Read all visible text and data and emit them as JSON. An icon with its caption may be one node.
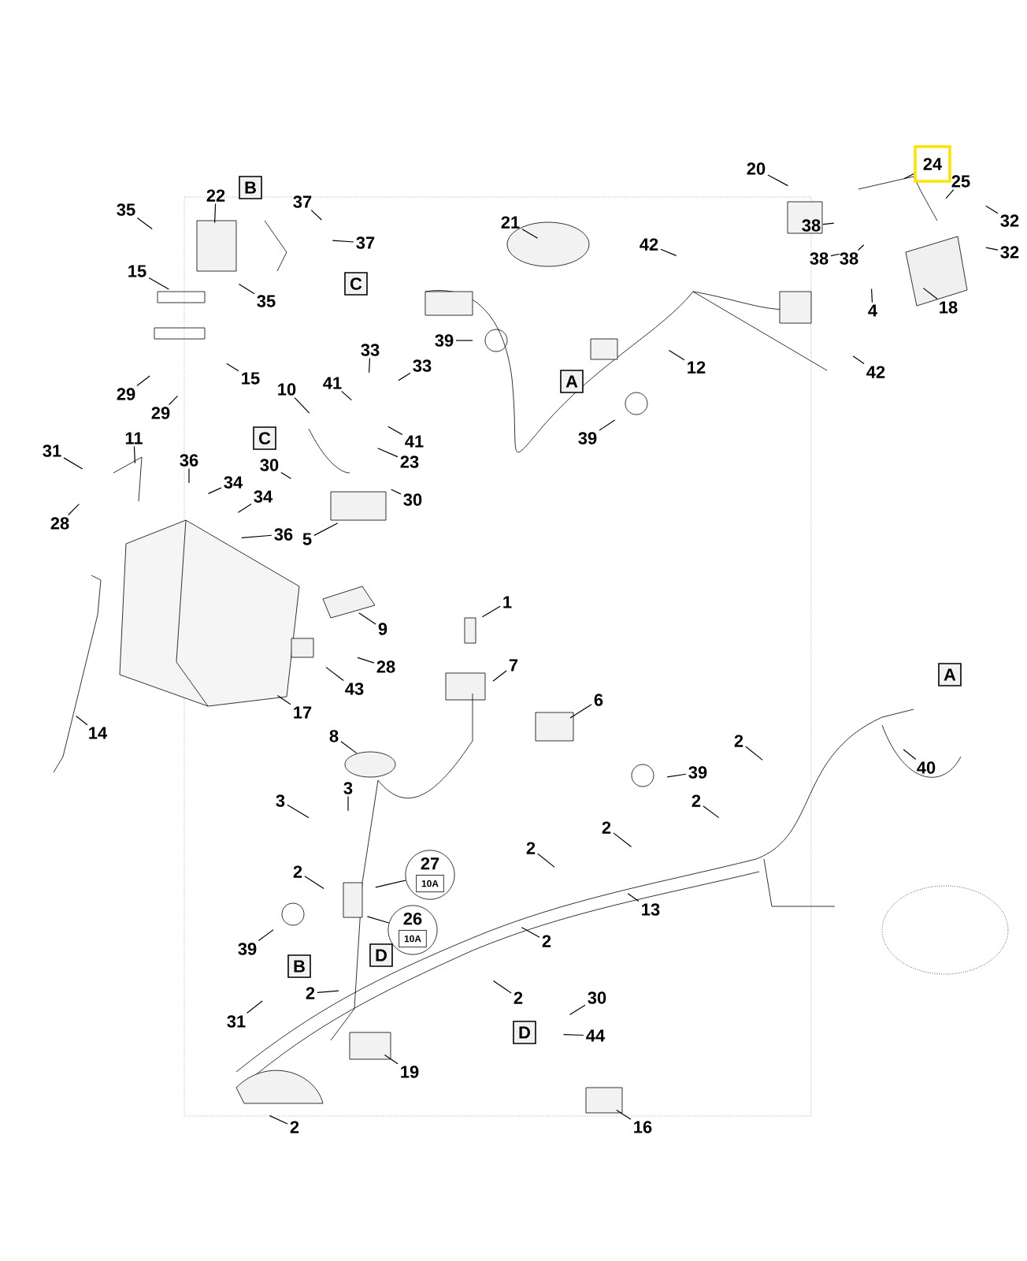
{
  "diagram": {
    "nodes": [
      {
        "text": [
          "24"
        ]
      },
      {
        "text": [
          "20"
        ]
      },
      {
        "text": [
          "25"
        ]
      },
      {
        "text": [
          "B"
        ]
      },
      {
        "text": [
          "22"
        ]
      },
      {
        "text": [
          "37"
        ]
      },
      {
        "text": [
          "35"
        ]
      },
      {
        "text": [
          "21"
        ]
      },
      {
        "text": [
          "32"
        ]
      },
      {
        "text": [
          "38"
        ]
      },
      {
        "text": [
          "42"
        ]
      },
      {
        "text": [
          "37"
        ]
      },
      {
        "text": [
          "32"
        ]
      },
      {
        "text": [
          "38"
        ]
      },
      {
        "text": [
          "38"
        ]
      },
      {
        "text": [
          "15"
        ]
      },
      {
        "text": [
          "C"
        ]
      },
      {
        "text": [
          "35"
        ]
      },
      {
        "text": [
          "18"
        ]
      },
      {
        "text": [
          "4"
        ]
      },
      {
        "text": [
          "39"
        ]
      },
      {
        "text": [
          "33"
        ]
      },
      {
        "text": [
          "33"
        ]
      },
      {
        "text": [
          "12"
        ]
      },
      {
        "text": [
          "42"
        ]
      },
      {
        "text": [
          "15"
        ]
      },
      {
        "text": [
          "A"
        ]
      },
      {
        "text": [
          "10"
        ]
      },
      {
        "text": [
          "41"
        ]
      },
      {
        "text": [
          "29"
        ]
      },
      {
        "text": [
          "29"
        ]
      },
      {
        "text": [
          "39"
        ]
      },
      {
        "text": [
          "11"
        ]
      },
      {
        "text": [
          "C"
        ]
      },
      {
        "text": [
          "41"
        ]
      },
      {
        "text": [
          "31"
        ]
      },
      {
        "text": [
          "36"
        ]
      },
      {
        "text": [
          "23"
        ]
      },
      {
        "text": [
          "30"
        ]
      },
      {
        "text": [
          "34"
        ]
      },
      {
        "text": [
          "34"
        ]
      },
      {
        "text": [
          "30"
        ]
      },
      {
        "text": [
          "28"
        ]
      },
      {
        "text": [
          "36"
        ]
      },
      {
        "text": [
          "5"
        ]
      },
      {
        "text": [
          "1"
        ]
      },
      {
        "text": [
          "9"
        ]
      },
      {
        "text": [
          "7"
        ]
      },
      {
        "text": [
          "28"
        ]
      },
      {
        "text": [
          "A"
        ]
      },
      {
        "text": [
          "43"
        ]
      },
      {
        "text": [
          "6"
        ]
      },
      {
        "text": [
          "17"
        ]
      },
      {
        "text": [
          "14"
        ]
      },
      {
        "text": [
          "8"
        ]
      },
      {
        "text": [
          "2"
        ]
      },
      {
        "text": [
          "40"
        ]
      },
      {
        "text": [
          "39"
        ]
      },
      {
        "text": [
          "3"
        ]
      },
      {
        "text": [
          "3"
        ]
      },
      {
        "text": [
          "2"
        ]
      },
      {
        "text": [
          "2"
        ]
      },
      {
        "text": [
          "2"
        ]
      },
      {
        "text": [
          "2"
        ]
      },
      {
        "text": [
          "27",
          "10A"
        ]
      },
      {
        "text": [
          "13"
        ]
      },
      {
        "text": [
          "26",
          "10A"
        ]
      },
      {
        "text": [
          "2"
        ]
      },
      {
        "text": [
          "39"
        ]
      },
      {
        "text": [
          "D"
        ]
      },
      {
        "text": [
          "B"
        ]
      },
      {
        "text": [
          "2"
        ]
      },
      {
        "text": [
          "2"
        ]
      },
      {
        "text": [
          "30"
        ]
      },
      {
        "text": [
          "31"
        ]
      },
      {
        "text": [
          "D"
        ]
      },
      {
        "text": [
          "44"
        ]
      },
      {
        "text": [
          "19"
        ]
      },
      {
        "text": [
          "16"
        ]
      },
      {
        "text": [
          "2"
        ]
      }
    ],
    "edges": [
      {
        "from": 0,
        "to": null,
        "arrow": "none"
      },
      {
        "from": 1,
        "to": null,
        "arrow": "none"
      },
      {
        "from": 2,
        "to": null,
        "arrow": "none"
      },
      {
        "from": 4,
        "to": null,
        "arrow": "none"
      },
      {
        "from": 5,
        "to": null,
        "arrow": "none"
      },
      {
        "from": 6,
        "to": null,
        "arrow": "none"
      },
      {
        "from": 7,
        "to": null,
        "arrow": "none"
      },
      {
        "from": 8,
        "to": null,
        "arrow": "none"
      },
      {
        "from": 9,
        "to": null,
        "arrow": "none"
      },
      {
        "from": 10,
        "to": null,
        "arrow": "none"
      },
      {
        "from": 11,
        "to": null,
        "arrow": "none"
      },
      {
        "from": 12,
        "to": null,
        "arrow": "none"
      },
      {
        "from": 13,
        "to": null,
        "arrow": "none"
      },
      {
        "from": 14,
        "to": null,
        "arrow": "none"
      },
      {
        "from": 15,
        "to": null,
        "arrow": "none"
      },
      {
        "from": 17,
        "to": null,
        "arrow": "none"
      },
      {
        "from": 18,
        "to": null,
        "arrow": "none"
      },
      {
        "from": 19,
        "to": null,
        "arrow": "none"
      },
      {
        "from": 20,
        "to": null,
        "arrow": "none"
      },
      {
        "from": 21,
        "to": null,
        "arrow": "none"
      },
      {
        "from": 22,
        "to": null,
        "arrow": "none"
      },
      {
        "from": 23,
        "to": null,
        "arrow": "none"
      },
      {
        "from": 24,
        "to": null,
        "arrow": "none"
      },
      {
        "from": 25,
        "to": null,
        "arrow": "none"
      },
      {
        "from": 27,
        "to": null,
        "arrow": "none"
      },
      {
        "from": 28,
        "to": null,
        "arrow": "none"
      },
      {
        "from": 29,
        "to": null,
        "arrow": "none"
      },
      {
        "from": 30,
        "to": null,
        "arrow": "none"
      },
      {
        "from": 31,
        "to": null,
        "arrow": "none"
      },
      {
        "from": 32,
        "to": null,
        "arrow": "none"
      },
      {
        "from": 34,
        "to": null,
        "arrow": "none"
      },
      {
        "from": 35,
        "to": null,
        "arrow": "none"
      },
      {
        "from": 36,
        "to": null,
        "arrow": "none"
      },
      {
        "from": 37,
        "to": null,
        "arrow": "none"
      },
      {
        "from": 38,
        "to": null,
        "arrow": "none"
      },
      {
        "from": 39,
        "to": null,
        "arrow": "none"
      },
      {
        "from": 40,
        "to": null,
        "arrow": "none"
      },
      {
        "from": 41,
        "to": null,
        "arrow": "none"
      },
      {
        "from": 42,
        "to": null,
        "arrow": "none"
      },
      {
        "from": 43,
        "to": null,
        "arrow": "none"
      },
      {
        "from": 44,
        "to": null,
        "arrow": "none"
      },
      {
        "from": 45,
        "to": null,
        "arrow": "none"
      },
      {
        "from": 46,
        "to": null,
        "arrow": "none"
      },
      {
        "from": 47,
        "to": null,
        "arrow": "none"
      },
      {
        "from": 48,
        "to": null,
        "arrow": "none"
      },
      {
        "from": 50,
        "to": null,
        "arrow": "none"
      },
      {
        "from": 51,
        "to": null,
        "arrow": "none"
      },
      {
        "from": 52,
        "to": null,
        "arrow": "none"
      },
      {
        "from": 53,
        "to": null,
        "arrow": "none"
      },
      {
        "from": 54,
        "to": null,
        "arrow": "none"
      },
      {
        "from": 55,
        "to": null,
        "arrow": "none"
      },
      {
        "from": 56,
        "to": null,
        "arrow": "none"
      },
      {
        "from": 57,
        "to": null,
        "arrow": "none"
      },
      {
        "from": 58,
        "to": null,
        "arrow": "none"
      },
      {
        "from": 59,
        "to": null,
        "arrow": "none"
      },
      {
        "from": 60,
        "to": null,
        "arrow": "none"
      },
      {
        "from": 61,
        "to": null,
        "arrow": "none"
      },
      {
        "from": 62,
        "to": null,
        "arrow": "none"
      },
      {
        "from": 63,
        "to": null,
        "arrow": "none"
      },
      {
        "from": 64,
        "to": null,
        "arrow": "none"
      },
      {
        "from": 65,
        "to": null,
        "arrow": "none"
      },
      {
        "from": 66,
        "to": null,
        "arrow": "none"
      },
      {
        "from": 67,
        "to": null,
        "arrow": "none"
      },
      {
        "from": 68,
        "to": null,
        "arrow": "none"
      },
      {
        "from": 71,
        "to": null,
        "arrow": "none"
      },
      {
        "from": 72,
        "to": null,
        "arrow": "none"
      },
      {
        "from": 73,
        "to": null,
        "arrow": "none"
      },
      {
        "from": 74,
        "to": null,
        "arrow": "none"
      },
      {
        "from": 76,
        "to": null,
        "arrow": "none"
      },
      {
        "from": 77,
        "to": null,
        "arrow": "none"
      },
      {
        "from": 78,
        "to": null,
        "arrow": "none"
      },
      {
        "from": 79,
        "to": null,
        "arrow": "none"
      }
    ]
  }
}
